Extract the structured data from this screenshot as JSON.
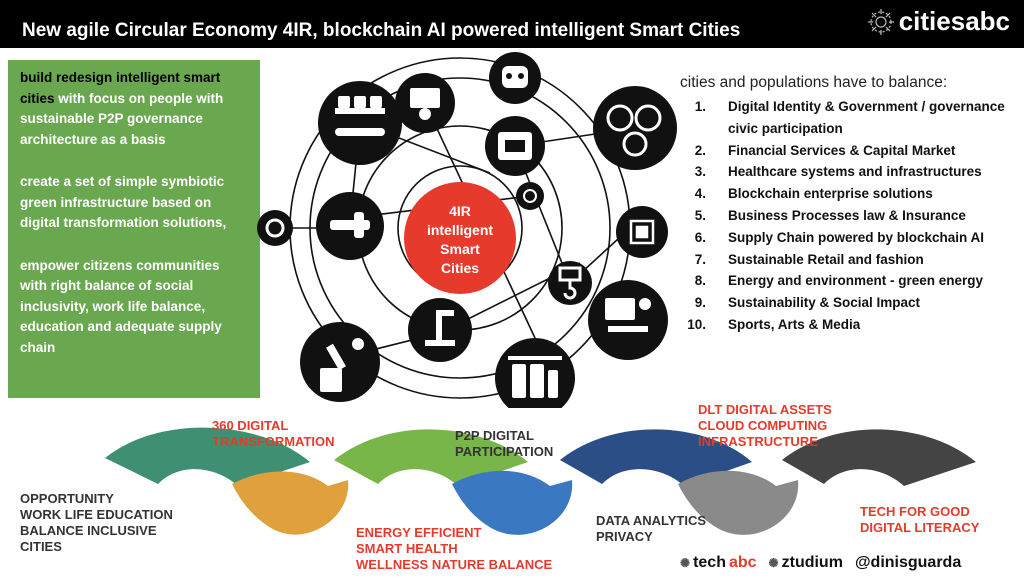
{
  "header": {
    "title": "New agile Circular Economy 4IR, blockchain AI powered intelligent Smart Cities",
    "brand": "citiesabc"
  },
  "panel": {
    "p1_highlight": "build redesign intelligent smart cities",
    "p1_rest": " with focus on people with sustainable P2P governance architecture as a basis",
    "p2": "create a set of simple symbiotic green infrastructure based on digital transformation solutions,",
    "p3": "empower citizens communities with right balance of social inclusivity, work life balance, education and adequate supply chain"
  },
  "hub": {
    "center_label": "4IR intelligent Smart Cities",
    "colors": {
      "center": "#e53a2c",
      "nodes": "#111111"
    }
  },
  "list": {
    "intro": "cities and populations have to balance:",
    "items": [
      {
        "num": "1.",
        "text": "Digital Identity & Government / governance civic participation"
      },
      {
        "num": "2.",
        "text": "Financial Services & Capital Market"
      },
      {
        "num": "3.",
        "text": "Healthcare systems and infrastructures"
      },
      {
        "num": "4.",
        "text": "Blockchain enterprise solutions"
      },
      {
        "num": "5.",
        "text": "Business Processes law & Insurance"
      },
      {
        "num": "6.",
        "text": "Supply Chain powered by blockchain AI"
      },
      {
        "num": "7.",
        "text": "Sustainable Retail and fashion"
      },
      {
        "num": "8.",
        "text": "Energy and environment - green energy"
      },
      {
        "num": "9.",
        "text": "Sustainability & Social Impact"
      },
      {
        "num": "10.",
        "text": "Sports, Arts & Media"
      }
    ]
  },
  "wave": {
    "colors": [
      "#3f8f72",
      "#e0a13c",
      "#79b64a",
      "#3a79c1",
      "#2b4e86",
      "#8a8a8a",
      "#444444"
    ],
    "labels": {
      "opportunity": [
        "OPPORTUNITY",
        "WORK LIFE EDUCATION",
        "BALANCE INCLUSIVE",
        "CITIES"
      ],
      "transformation": [
        "360 DIGITAL",
        "TRANSFORMATION"
      ],
      "energy": [
        "ENERGY EFFICIENT",
        "SMART HEALTH",
        "WELLNESS NATURE BALANCE"
      ],
      "p2p": [
        "P2P DIGITAL",
        "PARTICIPATION"
      ],
      "analytics": [
        "DATA ANALYTICS",
        "PRIVACY"
      ],
      "dlt": [
        "DLT DIGITAL ASSETS",
        "CLOUD COMPUTING",
        "INFRASTRUCTURE"
      ],
      "tech": [
        "TECH FOR GOOD",
        "DIGITAL LITERACY"
      ]
    }
  },
  "footer": {
    "techabc_a": "tech",
    "techabc_b": "abc",
    "ztudium": "ztudium",
    "handle": "@dinisguarda"
  }
}
